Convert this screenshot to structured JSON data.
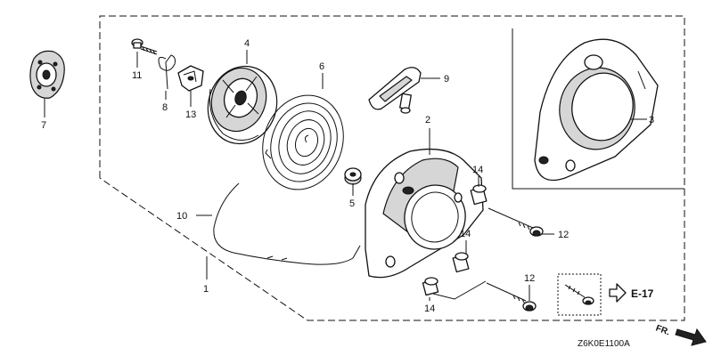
{
  "callouts": {
    "c1": "1",
    "c2": "2",
    "c3": "3",
    "c4": "4",
    "c5": "5",
    "c6": "6",
    "c7": "7",
    "c8": "8",
    "c9": "9",
    "c10": "10",
    "c11": "11",
    "c12a": "12",
    "c12b": "12",
    "c13": "13",
    "c14a": "14",
    "c14b": "14",
    "c14c": "14"
  },
  "reference": {
    "label": "E-17"
  },
  "direction": {
    "label": "FR."
  },
  "diagram_code": "Z6K0E1100A"
}
